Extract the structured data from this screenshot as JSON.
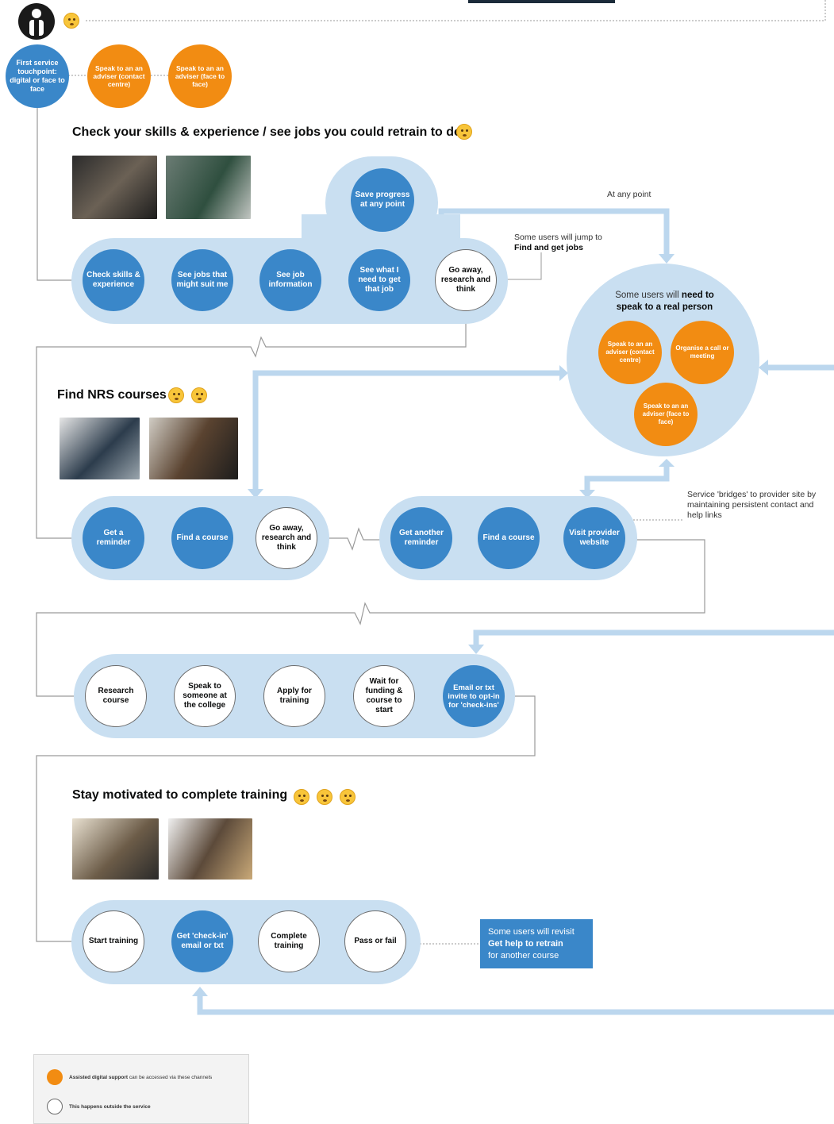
{
  "persona": {
    "icon": "person-icon"
  },
  "start": {
    "touchpoint": "First service touchpoint: digital or face to face",
    "adviser_contact": "Speak to an an adviser (contact centre)",
    "adviser_face": "Speak to an an adviser (face to face)"
  },
  "sections": {
    "skills": {
      "heading": "Check your skills & experience  /  see jobs you could retrain to do",
      "save_progress": "Save progress at any point",
      "steps": [
        "Check skills & experience",
        "See jobs that might suit me",
        "See job information",
        "See what I need to get that job",
        "Go away, research and think"
      ]
    },
    "nrs": {
      "heading": "Find NRS courses",
      "lane_a": [
        "Get a reminder",
        "Find a course",
        "Go away, research and think"
      ],
      "lane_b": [
        "Get another reminder",
        "Find a course",
        "Visit provider website"
      ]
    },
    "apply": {
      "steps": [
        "Research course",
        "Speak to someone at the college",
        "Apply for training",
        "Wait for funding & course to start",
        "Email or txt invite to opt-in for 'check-ins'"
      ]
    },
    "motivated": {
      "heading": "Stay motivated to complete training",
      "steps": [
        "Start training",
        "Get 'check-in' email or txt",
        "Complete training",
        "Pass or fail"
      ]
    }
  },
  "notes": {
    "at_any_point": "At any point",
    "jump_prefix": "Some users will jump to",
    "jump_bold": "Find and get jobs",
    "bridges": "Service 'bridges' to provider site by maintaining persistent contact and help links"
  },
  "real_person": {
    "title_prefix": "Some users will",
    "title_bold_1": "need to",
    "title_bold_2": "speak to a real person",
    "adviser_contact": "Speak to an an adviser (contact centre)",
    "organise": "Organise a call or meeting",
    "adviser_face": "Speak to an an adviser (face to face)"
  },
  "callout": {
    "line1": "Some users will revisit",
    "bold": "Get help to retrain",
    "line3": "for another course"
  },
  "legend": {
    "orange_bold": "Assisted digital support",
    "orange_rest": "can be accessed via these channels",
    "white_bold": "This happens outside the service"
  },
  "colors": {
    "blue": "#3a87c9",
    "orange": "#f28c12",
    "lane": "#c9dff1",
    "line": "#9a9a9a"
  }
}
